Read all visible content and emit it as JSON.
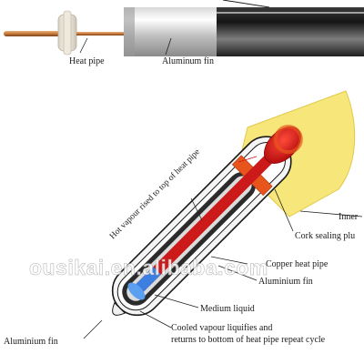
{
  "top_diagram": {
    "heat_pipe_label": "Heat pipe",
    "aluminum_fin_label": "Aluminum fin"
  },
  "bottom_diagram": {
    "hot_vapour_label": "Hot vapour rised to top of heat pipe",
    "inner_label": "Inner",
    "cork_label": "Cork sealing plu",
    "copper_label": "Copper heat pipe",
    "aluminium_fin_label": "Aluminium fin",
    "medium_liquid_label": "Medium liquid",
    "cooled_line1": "Cooled vapour liquifies and",
    "cooled_line2": "returns to bottom of heat pipe repeat cycle",
    "bottom_fin_label": "Aluminium fin"
  },
  "watermark": "ousikai.en.alibaba.com",
  "colors": {
    "heat_pipe_red": "#cc1a1a",
    "cork_orange": "#e8551c",
    "hot_zone_yellow": "#f7e67a",
    "medium_liquid_blue": "#3d7fe0",
    "copper": "#c87a3c"
  }
}
